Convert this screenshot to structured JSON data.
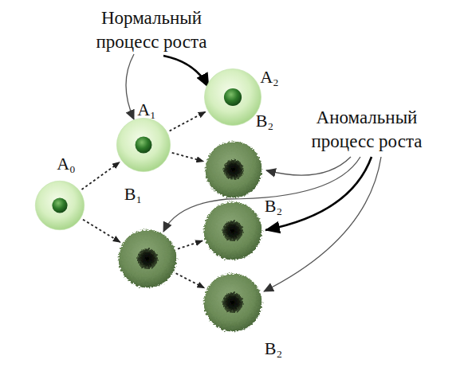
{
  "diagram": {
    "nodes": [
      {
        "text": [
          "A₀"
        ]
      },
      {
        "text": [
          "A₁"
        ]
      },
      {
        "text": [
          "A₂"
        ]
      },
      {
        "text": [
          "B₂"
        ]
      },
      {
        "text": [
          "B₁"
        ]
      },
      {
        "text": [
          "B₂"
        ]
      },
      {
        "text": [
          "B₂"
        ]
      }
    ],
    "edges": [
      {
        "from": 0,
        "to": 1,
        "arrow": "to"
      },
      {
        "from": 0,
        "to": 4,
        "arrow": "to"
      },
      {
        "from": 1,
        "to": 2,
        "arrow": "to"
      },
      {
        "from": 1,
        "to": 3,
        "arrow": "to"
      },
      {
        "from": 4,
        "to": 5,
        "arrow": "to"
      },
      {
        "from": 4,
        "to": 6,
        "arrow": "to"
      }
    ],
    "labels": [
      "Нормальный процесс роста",
      "Аномальный процесс роста"
    ]
  }
}
